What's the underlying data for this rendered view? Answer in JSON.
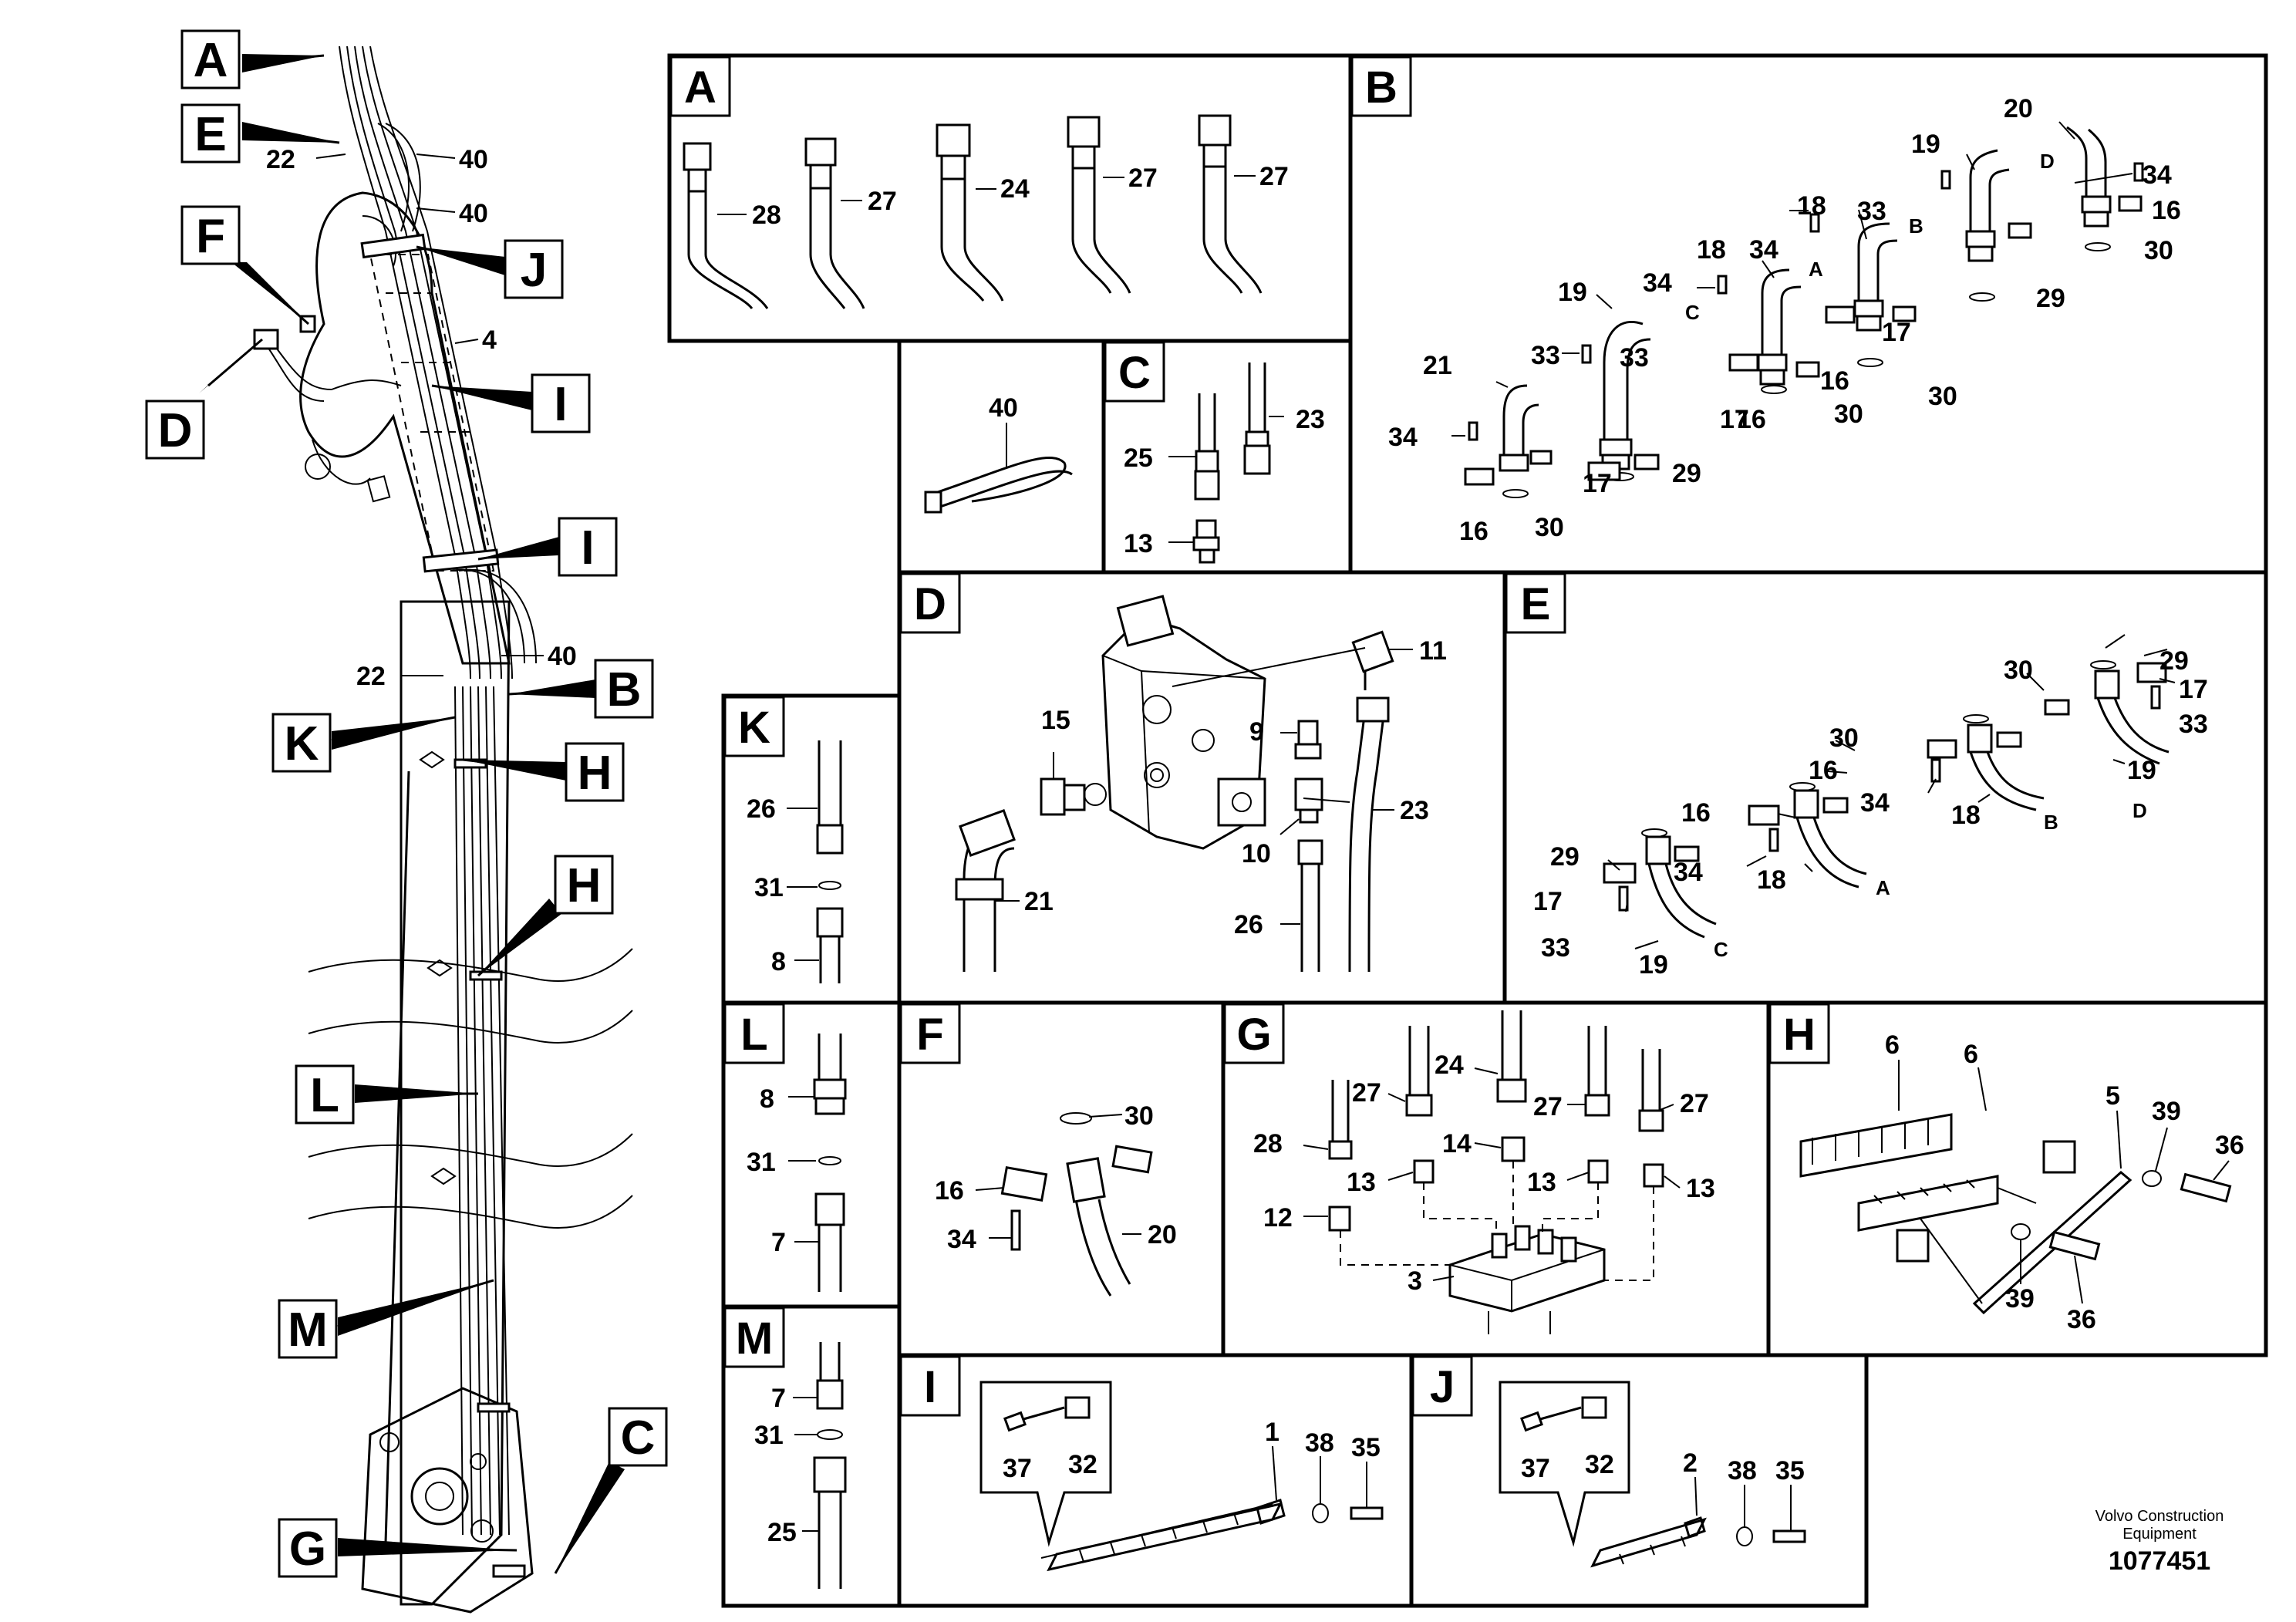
{
  "panel_labels": [
    "A",
    "B",
    "C",
    "D",
    "E",
    "F",
    "G",
    "H",
    "I",
    "J",
    "K",
    "L",
    "M"
  ],
  "callout_labels": [
    "A",
    "E",
    "F",
    "D",
    "J",
    "I",
    "I",
    "B",
    "K",
    "H",
    "H",
    "L",
    "M",
    "C",
    "G"
  ],
  "overview_numbers": [
    "22",
    "40",
    "40",
    "4",
    "22",
    "40"
  ],
  "panel_A_numbers": [
    "28",
    "27",
    "24",
    "27",
    "27"
  ],
  "panel_B_numbers": [
    "20",
    "19",
    "34",
    "16",
    "30",
    "29",
    "18",
    "33",
    "17",
    "30",
    "18",
    "34",
    "16",
    "30",
    "33",
    "19",
    "34",
    "17",
    "29",
    "16",
    "21",
    "33",
    "34",
    "17",
    "16",
    "30"
  ],
  "panel_B_hose_tags": [
    "D",
    "B",
    "A",
    "C"
  ],
  "panel_tie_numbers": [
    "40"
  ],
  "panel_C_numbers": [
    "23",
    "25",
    "13"
  ],
  "panel_D_numbers": [
    "11",
    "15",
    "9",
    "23",
    "10",
    "21",
    "26"
  ],
  "panel_E_numbers": [
    "29",
    "17",
    "33",
    "30",
    "30",
    "16",
    "34",
    "19",
    "18",
    "16",
    "18",
    "29",
    "34",
    "17",
    "33",
    "19"
  ],
  "panel_E_hose_tags": [
    "D",
    "B",
    "A",
    "C"
  ],
  "panel_K_numbers": [
    "26",
    "31",
    "8"
  ],
  "panel_L_numbers": [
    "8",
    "31",
    "7"
  ],
  "panel_M_numbers": [
    "7",
    "31",
    "25"
  ],
  "panel_F_numbers": [
    "30",
    "16",
    "34",
    "20"
  ],
  "panel_G_numbers": [
    "24",
    "27",
    "27",
    "27",
    "28",
    "14",
    "13",
    "13",
    "13",
    "12",
    "3"
  ],
  "panel_H_numbers": [
    "6",
    "6",
    "5",
    "39",
    "36",
    "39",
    "36"
  ],
  "panel_I_numbers": [
    "37",
    "32",
    "1",
    "38",
    "35"
  ],
  "panel_J_numbers": [
    "37",
    "32",
    "2",
    "38",
    "35"
  ],
  "credit": {
    "company_line1": "Volvo Construction",
    "company_line2": "Equipment",
    "drawing_number": "1077451"
  }
}
